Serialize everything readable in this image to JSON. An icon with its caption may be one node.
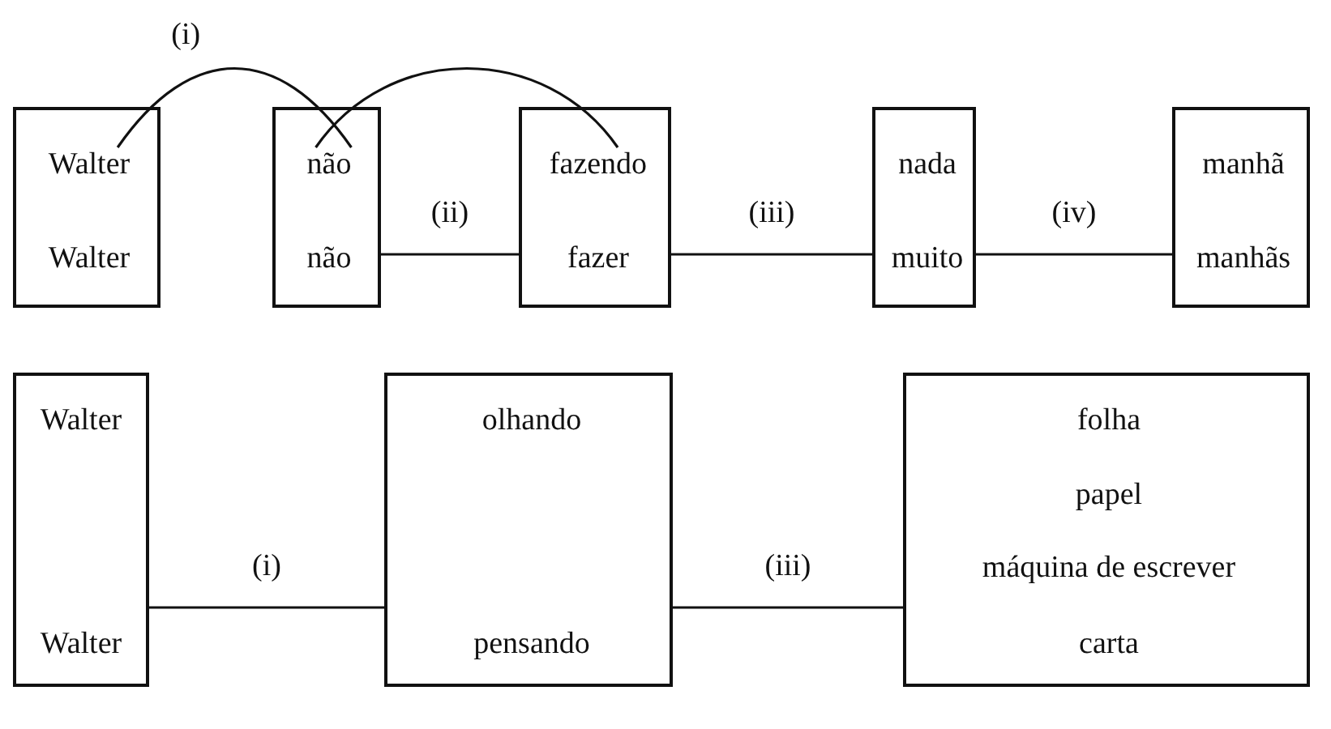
{
  "diagram": {
    "nodes": [
      {
        "text": [],
        "shape": "box"
      },
      {
        "text": [
          "Walter"
        ],
        "in": 0
      },
      {
        "text": [
          "Walter"
        ],
        "in": 0
      },
      {
        "text": [],
        "shape": "box"
      },
      {
        "text": [
          "não"
        ],
        "in": 3
      },
      {
        "text": [
          "não"
        ],
        "in": 3
      },
      {
        "text": [],
        "shape": "box"
      },
      {
        "text": [
          "fazendo"
        ],
        "in": 6
      },
      {
        "text": [
          "fazer"
        ],
        "in": 6
      },
      {
        "text": [],
        "shape": "box"
      },
      {
        "text": [
          "nada"
        ],
        "in": 9
      },
      {
        "text": [
          "muito"
        ],
        "in": 9
      },
      {
        "text": [],
        "shape": "box"
      },
      {
        "text": [
          "manhã"
        ],
        "in": 12
      },
      {
        "text": [
          "manhãs"
        ],
        "in": 12
      },
      {
        "text": [],
        "shape": "box"
      },
      {
        "text": [
          "Walter"
        ],
        "in": 15
      },
      {
        "text": [
          "Walter"
        ],
        "in": 15
      },
      {
        "text": [],
        "shape": "box"
      },
      {
        "text": [
          "olhando"
        ],
        "in": 18
      },
      {
        "text": [
          "pensando"
        ],
        "in": 18
      },
      {
        "text": [],
        "shape": "box"
      },
      {
        "text": [
          "folha"
        ],
        "in": 21
      },
      {
        "text": [
          "papel"
        ],
        "in": 21
      },
      {
        "text": [
          "máquina de escrever"
        ],
        "in": 21
      },
      {
        "text": [
          "carta"
        ],
        "in": 21
      }
    ],
    "edges": [
      {
        "from": 1,
        "to": 4,
        "arrow": "none",
        "label": "(i)"
      },
      {
        "from": 4,
        "to": 7,
        "arrow": "none"
      },
      {
        "from": 3,
        "to": 6,
        "arrow": "none",
        "label": "(ii)"
      },
      {
        "from": 6,
        "to": 9,
        "arrow": "none",
        "label": "(iii)"
      },
      {
        "from": 9,
        "to": 12,
        "arrow": "none",
        "label": "(iv)"
      },
      {
        "from": 15,
        "to": 18,
        "arrow": "none",
        "label": "(i)"
      },
      {
        "from": 18,
        "to": 21,
        "arrow": "none",
        "label": "(iii)"
      }
    ]
  }
}
